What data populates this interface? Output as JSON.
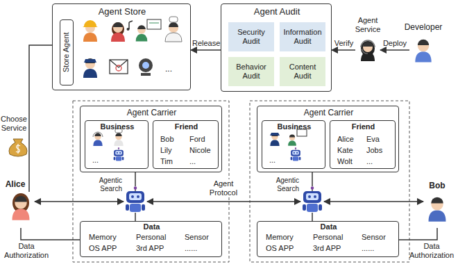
{
  "diagram": {
    "nodes": [
      {
        "text": [
          "Agent Store"
        ]
      },
      {
        "text": [
          "Store Agent"
        ],
        "in": 0
      },
      {
        "text": [
          "Agent Audit"
        ]
      },
      {
        "text": [
          "Security Audit"
        ],
        "in": 2
      },
      {
        "text": [
          "Information Audit"
        ],
        "in": 2
      },
      {
        "text": [
          "Behavior Audit"
        ],
        "in": 2
      },
      {
        "text": [
          "Content Audit"
        ],
        "in": 2
      },
      {
        "text": [
          "Agent Service"
        ]
      },
      {
        "text": [
          "Developer"
        ]
      },
      {
        "text": [
          "Agent Carrier"
        ]
      },
      {
        "text": [
          "Business",
          "..."
        ],
        "in": 9
      },
      {
        "text": [
          "Friend",
          "Bob",
          "Ford",
          "Lily",
          "Nicole",
          "Tim",
          "..."
        ],
        "in": 9
      },
      {
        "text": [
          "Agentic Search"
        ]
      },
      {
        "text": [
          "Data",
          "Memory",
          "Personal",
          "Sensor",
          "OS APP",
          "3rd APP",
          "......"
        ]
      },
      {
        "text": [
          "Alice"
        ]
      },
      {
        "text": [
          "Agent Carrier"
        ]
      },
      {
        "text": [
          "Business",
          "..."
        ],
        "in": 15
      },
      {
        "text": [
          "Friend",
          "Alice",
          "Eva",
          "Kate",
          "Jobs",
          "Wolt",
          "..."
        ],
        "in": 15
      },
      {
        "text": [
          "Agentic Search"
        ]
      },
      {
        "text": [
          "Data",
          "Memory",
          "Personal",
          "Sensor",
          "OS APP",
          "3rd APP",
          "......"
        ]
      },
      {
        "text": [
          "Bob"
        ]
      }
    ],
    "edges": [
      {
        "from": 2,
        "to": 0,
        "label": "Release",
        "arrow": "to"
      },
      {
        "from": 7,
        "to": 2,
        "label": "Verify",
        "arrow": "to"
      },
      {
        "from": 8,
        "to": 7,
        "label": "Deploy",
        "arrow": "to"
      },
      {
        "from": 14,
        "to": 0,
        "label": "Choose Service",
        "arrow": "none"
      },
      {
        "from": 14,
        "to": 13,
        "label": "Data Authorization",
        "arrow": "none"
      },
      {
        "from": 14,
        "to": 12,
        "arrow": "both"
      },
      {
        "from": 12,
        "to": 18,
        "label": "Agent Protocol",
        "arrow": "both"
      },
      {
        "from": 9,
        "to": 12,
        "arrow": "none"
      },
      {
        "from": 12,
        "to": 13,
        "arrow": "none"
      },
      {
        "from": 20,
        "to": 18,
        "arrow": "both"
      },
      {
        "from": 15,
        "to": 18,
        "arrow": "none"
      },
      {
        "from": 18,
        "to": 19,
        "arrow": "none"
      },
      {
        "from": 20,
        "to": 19,
        "label": "Data Authorization",
        "arrow": "none"
      }
    ],
    "labels": [
      "..."
    ]
  }
}
